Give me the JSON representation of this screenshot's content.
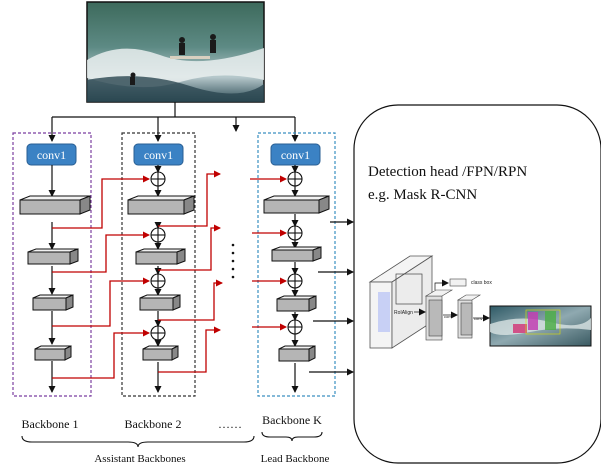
{
  "backbones": {
    "first": "Backbone 1",
    "second": "Backbone 2",
    "ellipsis": "……",
    "last": "Backbone K",
    "conv_label": "conv1",
    "group_assistant": "Assistant Backbones",
    "group_lead": "Lead Backbone"
  },
  "head": {
    "title": "Detection head /FPN/RPN",
    "example": "e.g. Mask R-CNN",
    "roialign": "RoIAlign",
    "class_box": "class box",
    "conv_a": "conv",
    "conv_b": "conv"
  },
  "colors": {
    "conv_fill": "#3b82c4",
    "composite_arrow": "#c00000",
    "backbone1_border": "#7b3fa0",
    "backbone2_border": "#333333",
    "lead_border": "#3a8fc0"
  },
  "icons": {
    "composite_node": "circled-plus-icon",
    "input_image": "surfers-photo",
    "output_image": "segmented-surfers-photo"
  }
}
